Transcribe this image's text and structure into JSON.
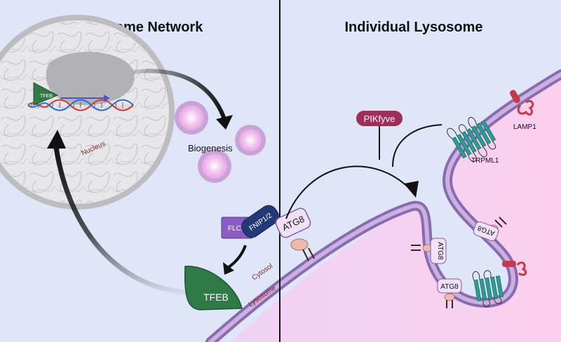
{
  "titles": {
    "left": "Lysosome Network",
    "right": "Individual Lysosome"
  },
  "labels": {
    "tfeb_nucleus": "TFEB",
    "nucleus": "Nucleus",
    "biogenesis": "Biogenesis",
    "flcn": "FLCN",
    "fnip": "FNIP1/2",
    "atg8_main": "ATG8",
    "tfeb_cyto": "TFEB",
    "cytosol": "Cytosol",
    "lysosome": "Lysosome",
    "pikfyve": "PIKfyve",
    "trpml1": "TRPML1",
    "lamp1": "LAMP1",
    "atg8_a": "ATG8",
    "atg8_b": "ATG8",
    "atg8_c": "ATG8"
  },
  "colors": {
    "background": "#dfe6f8",
    "lysosome_lumen": "#f7c9ef",
    "membrane": "#8a6ab0",
    "tfeb": "#2f7a45",
    "flcn": "#8a5cc4",
    "fnip": "#243a78",
    "pikfyve": "#9e2e5a",
    "trpml1": "#2e9c95",
    "lamp1": "#c53a4a",
    "nucleus": "#e7e7e9"
  }
}
